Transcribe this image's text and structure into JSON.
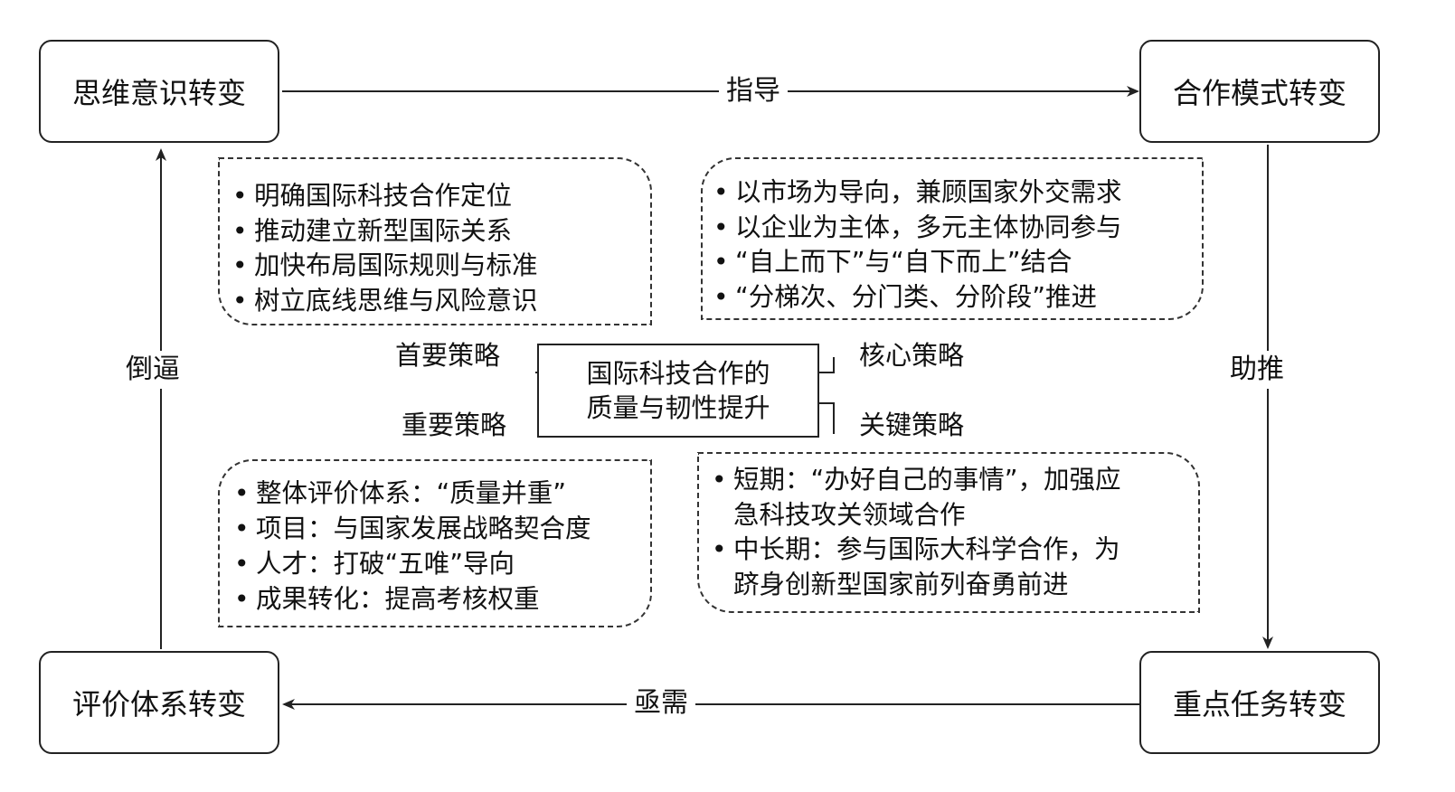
{
  "corners": {
    "top_left": "思维意识转变",
    "top_right": "合作模式转变",
    "bottom_right": "重点任务转变",
    "bottom_left": "评价体系转变"
  },
  "edges": {
    "top": "指导",
    "right": "助推",
    "bottom": "亟需",
    "left": "倒逼"
  },
  "center": {
    "line1": "国际科技合作的",
    "line2": "质量与韧性提升"
  },
  "strategies": {
    "top_left": "首要策略",
    "top_right": "核心策略",
    "bottom_left": "重要策略",
    "bottom_right": "关键策略"
  },
  "panels": {
    "top_left": [
      "明确国际科技合作定位",
      "推动建立新型国际关系",
      "加快布局国际规则与标准",
      "树立底线思维与风险意识"
    ],
    "top_right": [
      "以市场为导向，兼顾国家外交需求",
      "以企业为主体，多元主体协同参与",
      "“自上而下”与“自下而上”结合",
      "“分梯次、分门类、分阶段”推进"
    ],
    "bottom_left": [
      "整体评价体系：“质量并重”",
      "项目：与国家发展战略契合度",
      "人才：打破“五唯”导向",
      "成果转化：提高考核权重"
    ],
    "bottom_right": [
      {
        "line1": "短期：“办好自己的事情”，加强应",
        "line2": "急科技攻关领域合作"
      },
      {
        "line1": "中长期：参与国际大科学合作，为",
        "line2": "跻身创新型国家前列奋勇前进"
      }
    ]
  }
}
